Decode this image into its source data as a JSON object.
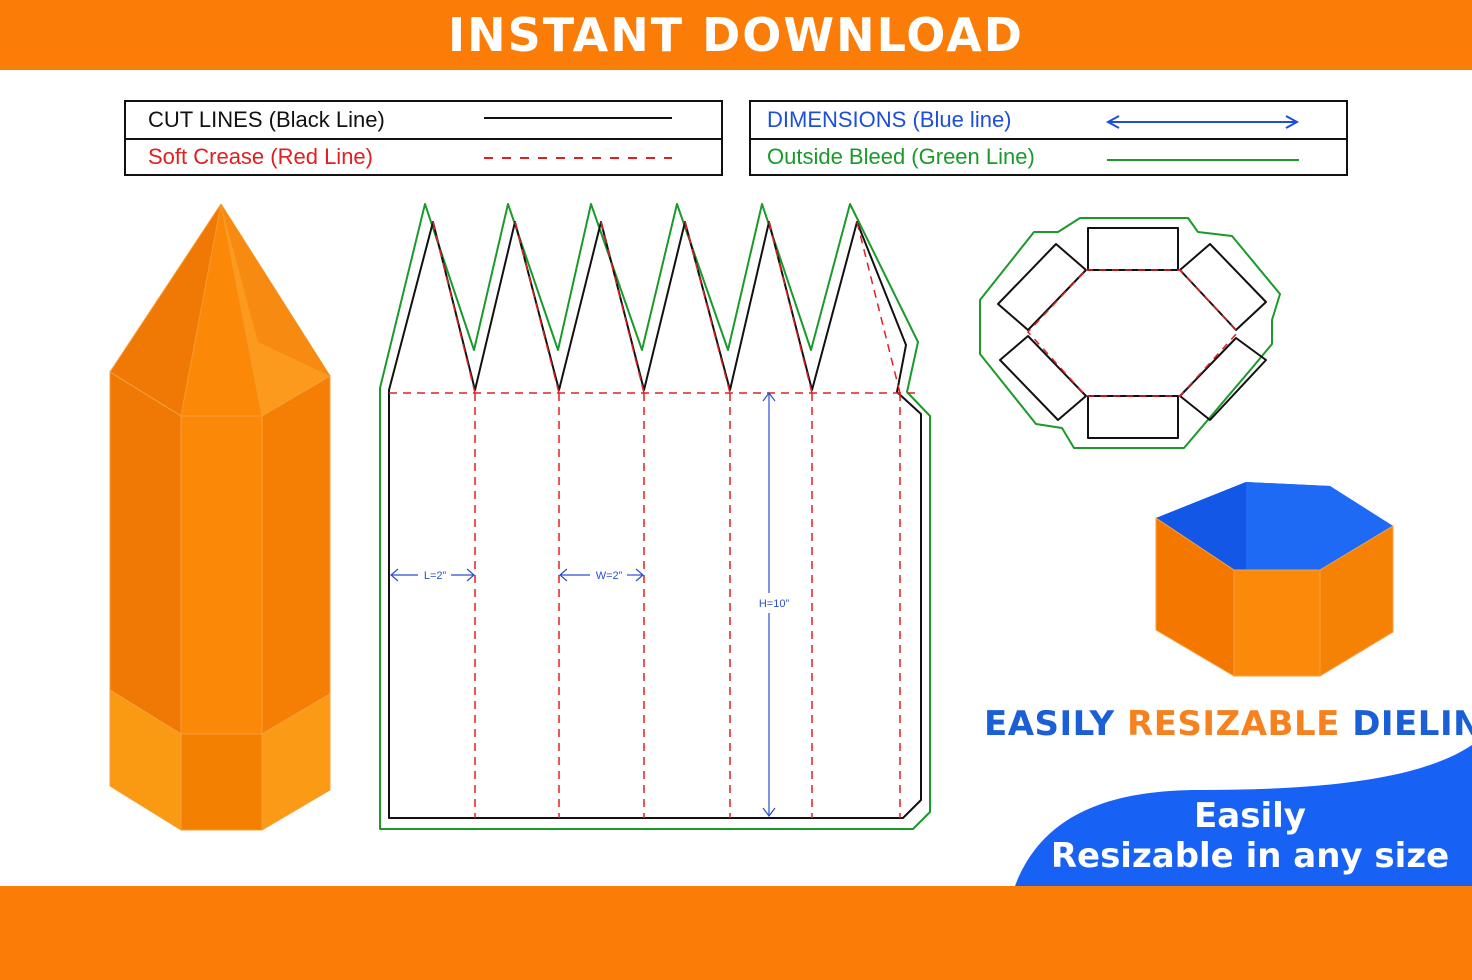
{
  "banner": {
    "title": "INSTANT DOWNLOAD"
  },
  "legend": {
    "cut_lines": "CUT LINES (Black Line)",
    "soft_crease": "Soft Crease (Red Line)",
    "dimensions": "DIMENSIONS (Blue line)",
    "outside_bleed": "Outside Bleed (Green Line)"
  },
  "dieline": {
    "length_label": "L=2”",
    "width_label": "W=2”",
    "height_label": "H=10”"
  },
  "headline": {
    "word1": "EASILY",
    "word2": "RESIZABLE",
    "word3": "DIELINE"
  },
  "promo": {
    "line1": "Easily",
    "line2": "Resizable in any size"
  },
  "colors": {
    "banner": "#fb7d07",
    "cut": "#111111",
    "crease": "#e02020",
    "dimension": "#2a4fd0",
    "bleed": "#1a9a2a",
    "box_orange": "#fb8a0a",
    "box_blue": "#1560f0",
    "headline_blue": "#1a5fd6",
    "headline_orange": "#f5821f"
  }
}
